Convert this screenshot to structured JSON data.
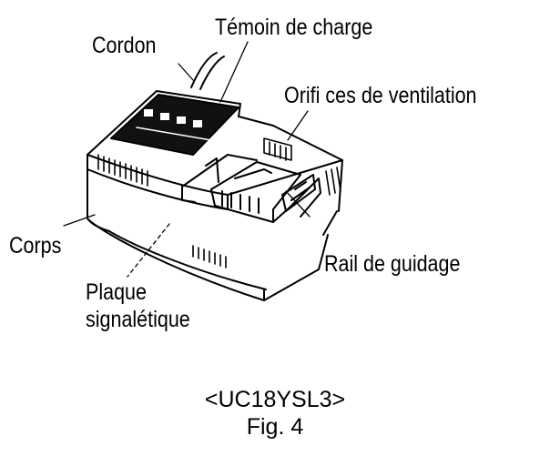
{
  "labels": {
    "cordon": "Cordon",
    "temoin": "Témoin de charge",
    "orifices": "Orifi ces de ventilation",
    "corps": "Corps",
    "rail": "Rail de guidage",
    "plaque_line1": "Plaque",
    "plaque_line2": "signalétique"
  },
  "caption": {
    "model": "<UC18YSL3>",
    "figure": "Fig. 4"
  }
}
